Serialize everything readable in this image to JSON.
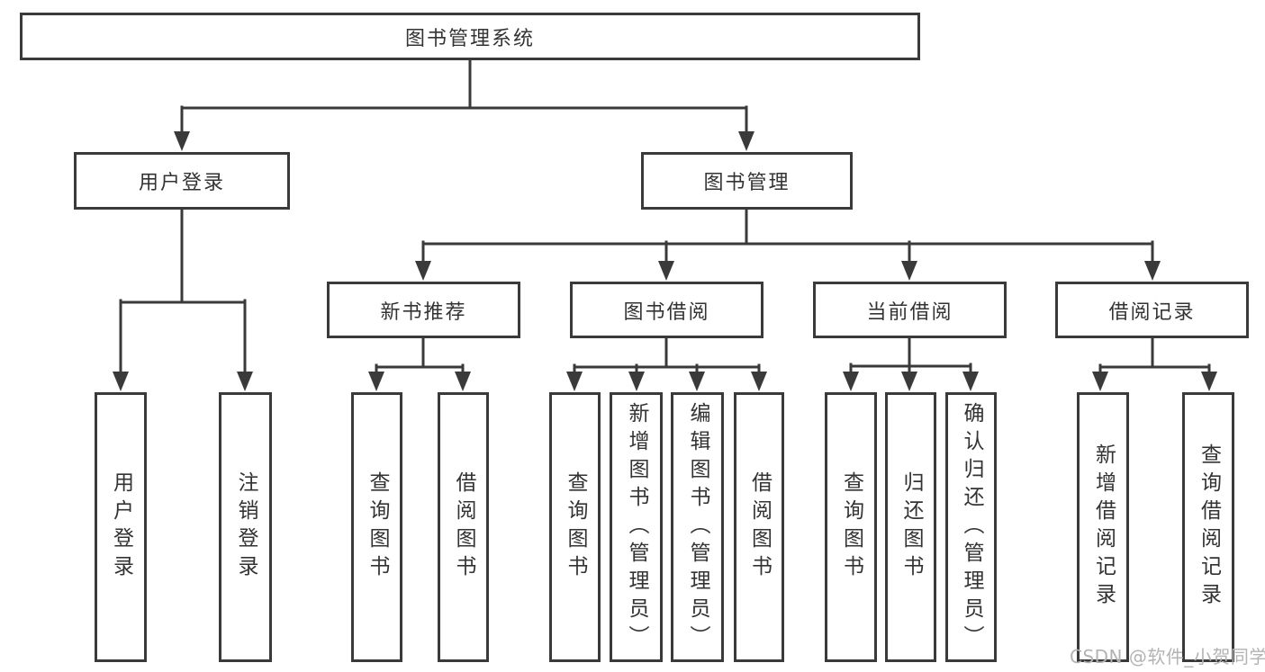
{
  "diagram": {
    "title": "图书管理系统",
    "level2": {
      "user_login": "用户登录",
      "book_management": "图书管理"
    },
    "level3": {
      "new_book_recommend": "新书推荐",
      "book_borrowing": "图书借阅",
      "current_borrowing": "当前借阅",
      "borrowing_records": "借阅记录"
    },
    "leaves": {
      "user_login": [
        "用户登录",
        "注销登录"
      ],
      "new_book_recommend": [
        "查询图书",
        "借阅图书"
      ],
      "book_borrowing": [
        "查询图书",
        "新增图书（管理员）",
        "编辑图书（管理员）",
        "借阅图书"
      ],
      "current_borrowing": [
        "查询图书",
        "归还图书",
        "确认归还（管理员）"
      ],
      "borrowing_records": [
        "新增借阅记录",
        "查询借阅记录"
      ]
    }
  },
  "watermark": {
    "text": "CSDN @软件_小贺同学"
  },
  "colors": {
    "line": "#3a3a3a",
    "text": "#333333",
    "watermark": "#b3b3b3",
    "background": "#ffffff"
  }
}
